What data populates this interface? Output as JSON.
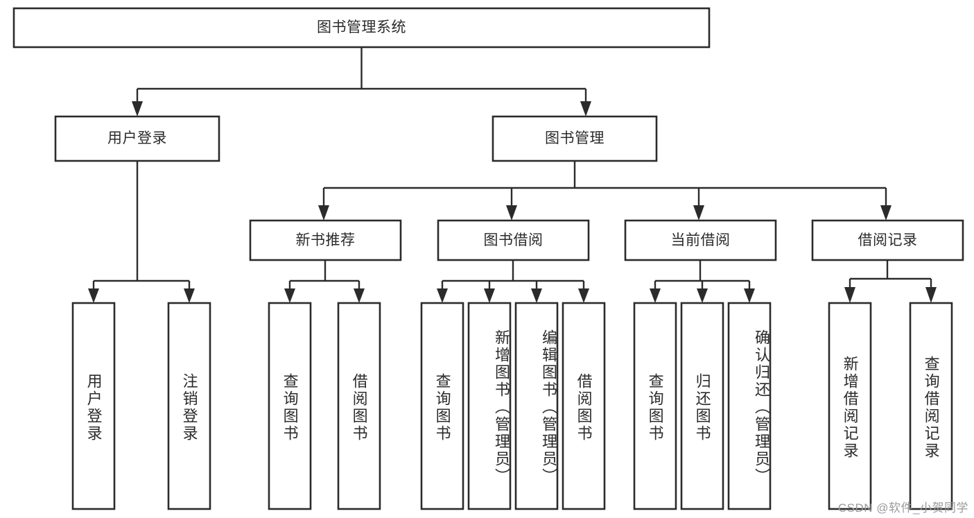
{
  "diagram": {
    "type": "tree-hierarchy-chart",
    "title_node": {
      "id": "root",
      "label": "图书管理系统"
    },
    "levels": [
      {
        "level": 1,
        "nodes": [
          {
            "id": "root",
            "label": "图书管理系统",
            "orientation": "horizontal"
          }
        ]
      },
      {
        "level": 2,
        "nodes": [
          {
            "id": "user-login",
            "label": "用户登录",
            "orientation": "horizontal",
            "parent": "root"
          },
          {
            "id": "book-manage",
            "label": "图书管理",
            "orientation": "horizontal",
            "parent": "root"
          }
        ]
      },
      {
        "level": 3,
        "nodes": [
          {
            "id": "new-book-recommend",
            "label": "新书推荐",
            "orientation": "horizontal",
            "parent": "book-manage"
          },
          {
            "id": "book-borrow",
            "label": "图书借阅",
            "orientation": "horizontal",
            "parent": "book-manage"
          },
          {
            "id": "current-borrow",
            "label": "当前借阅",
            "orientation": "horizontal",
            "parent": "book-manage"
          },
          {
            "id": "borrow-record",
            "label": "借阅记录",
            "orientation": "horizontal",
            "parent": "book-manage"
          }
        ]
      },
      {
        "level": 4,
        "nodes": [
          {
            "id": "leaf-user-login",
            "label": "用户登录",
            "orientation": "vertical",
            "parent": "user-login"
          },
          {
            "id": "leaf-logout-login",
            "label": "注销登录",
            "orientation": "vertical",
            "parent": "user-login"
          },
          {
            "id": "leaf-query-book-1",
            "label": "查询图书",
            "orientation": "vertical",
            "parent": "new-book-recommend"
          },
          {
            "id": "leaf-borrow-book-1",
            "label": "借阅图书",
            "orientation": "vertical",
            "parent": "new-book-recommend"
          },
          {
            "id": "leaf-query-book-2",
            "label": "查询图书",
            "orientation": "vertical",
            "parent": "book-borrow"
          },
          {
            "id": "leaf-add-book-admin",
            "label": "新增图书（管理员）",
            "orientation": "vertical",
            "parent": "book-borrow"
          },
          {
            "id": "leaf-edit-book-admin",
            "label": "编辑图书（管理员）",
            "orientation": "vertical",
            "parent": "book-borrow"
          },
          {
            "id": "leaf-borrow-book-2",
            "label": "借阅图书",
            "orientation": "vertical",
            "parent": "book-borrow"
          },
          {
            "id": "leaf-query-book-3",
            "label": "查询图书",
            "orientation": "vertical",
            "parent": "current-borrow"
          },
          {
            "id": "leaf-return-book",
            "label": "归还图书",
            "orientation": "vertical",
            "parent": "current-borrow"
          },
          {
            "id": "leaf-confirm-return-admin",
            "label": "确认归还（管理员）",
            "orientation": "vertical",
            "parent": "current-borrow"
          },
          {
            "id": "leaf-add-borrow-record",
            "label": "新增借阅记录",
            "orientation": "vertical",
            "parent": "borrow-record"
          },
          {
            "id": "leaf-query-borrow-record",
            "label": "查询借阅记录",
            "orientation": "vertical",
            "parent": "borrow-record"
          }
        ]
      }
    ],
    "watermark": "CSDN @软件_小贺同学",
    "colors": {
      "stroke": "#2b2b2b",
      "fill": "#ffffff",
      "text": "#2b2b2b",
      "watermark": "#9a9a9a",
      "background": "#ffffff"
    }
  }
}
